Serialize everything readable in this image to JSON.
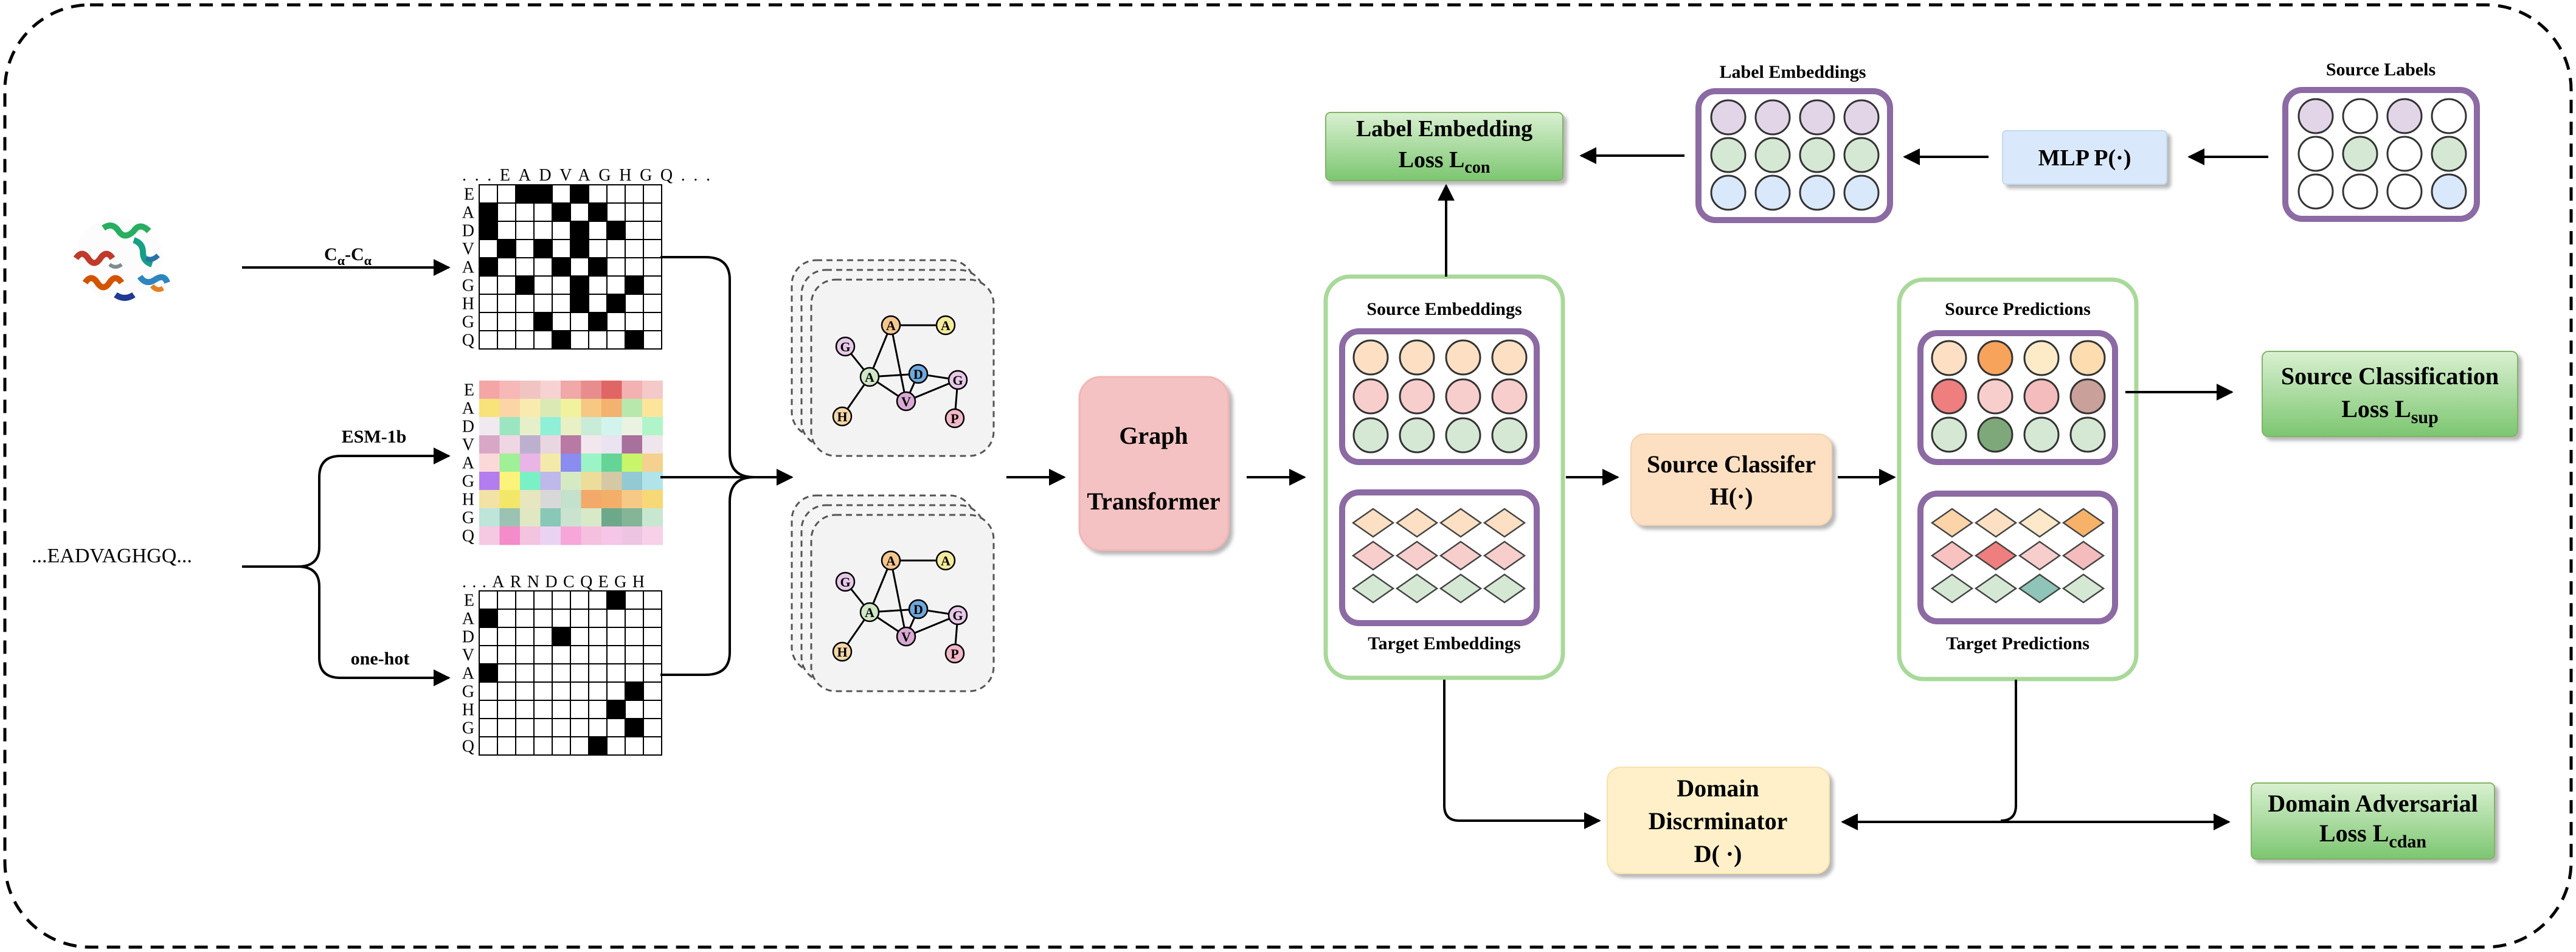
{
  "protein_input": {
    "sequence": "...EADVAGHGQ..."
  },
  "branches": {
    "contact": {
      "label_main": "C",
      "label_sub1": "α",
      "label_dash": "-C",
      "label_sub2": "α"
    },
    "esm": {
      "label": "ESM-1b"
    },
    "onehot": {
      "label": "one-hot"
    }
  },
  "contact_map": {
    "top_header": "...EADVAGHGQ...",
    "rows": [
      "E",
      "A",
      "D",
      "V",
      "A",
      "G",
      "H",
      "G",
      "Q"
    ],
    "filled": [
      [
        0,
        2
      ],
      [
        0,
        3
      ],
      [
        0,
        5
      ],
      [
        1,
        0
      ],
      [
        1,
        4
      ],
      [
        1,
        6
      ],
      [
        2,
        0
      ],
      [
        2,
        5
      ],
      [
        2,
        7
      ],
      [
        3,
        1
      ],
      [
        3,
        3
      ],
      [
        3,
        5
      ],
      [
        4,
        0
      ],
      [
        4,
        4
      ],
      [
        4,
        6
      ],
      [
        5,
        2
      ],
      [
        5,
        5
      ],
      [
        5,
        8
      ],
      [
        6,
        5
      ],
      [
        6,
        7
      ],
      [
        7,
        3
      ],
      [
        7,
        6
      ],
      [
        8,
        4
      ],
      [
        8,
        8
      ]
    ]
  },
  "esm_map": {
    "rows": [
      "E",
      "A",
      "D",
      "V",
      "A",
      "G",
      "H",
      "G",
      "Q"
    ],
    "colors": [
      [
        "#f4a6a6",
        "#f7b8b8",
        "#f1c4c4",
        "#f7d2d2",
        "#f0a8a8",
        "#e88d8d",
        "#e06565",
        "#f4b1b1",
        "#f3c9c9"
      ],
      [
        "#f7e37a",
        "#fbd5a5",
        "#f9ebaf",
        "#dbeab5",
        "#f1f29d",
        "#f7c882",
        "#f3b270",
        "#b9e8ad",
        "#fce49b"
      ],
      [
        "#f0eaf0",
        "#9be6c0",
        "#e6f0c8",
        "#8ff0d7",
        "#e8f0c4",
        "#c9ecd8",
        "#d1f4ed",
        "#eaf3e1",
        "#b0f5c9"
      ],
      [
        "#d9a7c6",
        "#eed7e3",
        "#bdb0cf",
        "#e8d6e1",
        "#b879a4",
        "#f2e7ed",
        "#eae3f0",
        "#a8709c",
        "#efe6ec"
      ],
      [
        "#fcd9d9",
        "#a0f098",
        "#e9b5e6",
        "#f3e9a9",
        "#8a8cf0",
        "#9af4c5",
        "#64d497",
        "#c8f56a",
        "#f4d18e"
      ],
      [
        "#b37df0",
        "#fcf47a",
        "#7af0c6",
        "#bfb8eb",
        "#d5eac2",
        "#eddd9a",
        "#d4c8a5",
        "#93c9d2",
        "#b1e4e8"
      ],
      [
        "#f2e2a6",
        "#f3e76a",
        "#e7e6bf",
        "#d8d8d8",
        "#c3e1cc",
        "#f2a969",
        "#f3af6a",
        "#f7c986",
        "#f7d876"
      ],
      [
        "#bfe4da",
        "#9bc2b2",
        "#dfe8c3",
        "#89c7b6",
        "#cae3cf",
        "#d7e9c7",
        "#6ea88b",
        "#83b596",
        "#c8e7d0"
      ],
      [
        "#f6c9e3",
        "#f38cc8",
        "#f3c4df",
        "#ead3f2",
        "#f7a6d9",
        "#f5bfe0",
        "#f5c6e7",
        "#eec4e3",
        "#f6d1e7"
      ]
    ]
  },
  "onehot_map": {
    "top_header": "...ARNDCQEGH",
    "rows": [
      "E",
      "A",
      "D",
      "V",
      "A",
      "G",
      "H",
      "G",
      "Q"
    ],
    "filled": [
      [
        0,
        7
      ],
      [
        1,
        0
      ],
      [
        2,
        4
      ],
      [
        4,
        0
      ],
      [
        5,
        8
      ],
      [
        6,
        7
      ],
      [
        7,
        8
      ],
      [
        8,
        6
      ]
    ]
  },
  "graph": {
    "nodes": [
      "G",
      "A",
      "A",
      "D",
      "G",
      "V",
      "H",
      "P"
    ],
    "colors": {
      "G": "#e8c8e8",
      "A1": "#f4c68d",
      "A2": "#f5ec9b",
      "Ac": "#cfe7c7",
      "D": "#6fa8dc",
      "V": "#d9a9d4",
      "H": "#f5d7a6",
      "P": "#f4b7c8"
    }
  },
  "graph_transformer": {
    "line1": "Graph",
    "line2": "Transformer"
  },
  "source_embeddings": {
    "title": "Source Embeddings"
  },
  "target_embeddings": {
    "title": "Target Embeddings"
  },
  "source_predictions": {
    "title": "Source Predictions"
  },
  "target_predictions": {
    "title": "Target Predictions"
  },
  "label_embeddings": {
    "title": "Label Embeddings"
  },
  "source_labels": {
    "title": "Source Labels"
  },
  "mlp": {
    "label": "MLP P(·)"
  },
  "label_embedding_loss": {
    "line1": "Label Embedding",
    "line2_main": "Loss L",
    "line2_sub": "con"
  },
  "source_classifier": {
    "line1": "Source Classifer",
    "line2": "H(·)"
  },
  "source_classification_loss": {
    "line1": "Source Classification",
    "line2_main": "Loss L",
    "line2_sub": "sup"
  },
  "domain_discriminator": {
    "line1": "Domain",
    "line2": "Discrminator",
    "line3": "D( ·)"
  },
  "domain_adversarial_loss": {
    "line1": "Domain Adversarial",
    "line2_main": "Loss L",
    "line2_sub": "cdan"
  },
  "colors": {
    "frame_purple": "#8c6aa3",
    "frame_green": "#a9d99a",
    "loss_green_top": "#d6efcd",
    "loss_green_bottom": "#77c26b",
    "transformer_pink": "#f4c2c2",
    "classifier_orange": "#fddfc2",
    "discriminator_yellow": "#fff0c9",
    "mlp_blue": "#dae8fc",
    "circle_orange": "#fde0c3",
    "circle_pink": "#f8cecc",
    "circle_green": "#d5e8d4",
    "circle_purple": "#e1d5e7",
    "circle_blue": "#dae8fc"
  }
}
